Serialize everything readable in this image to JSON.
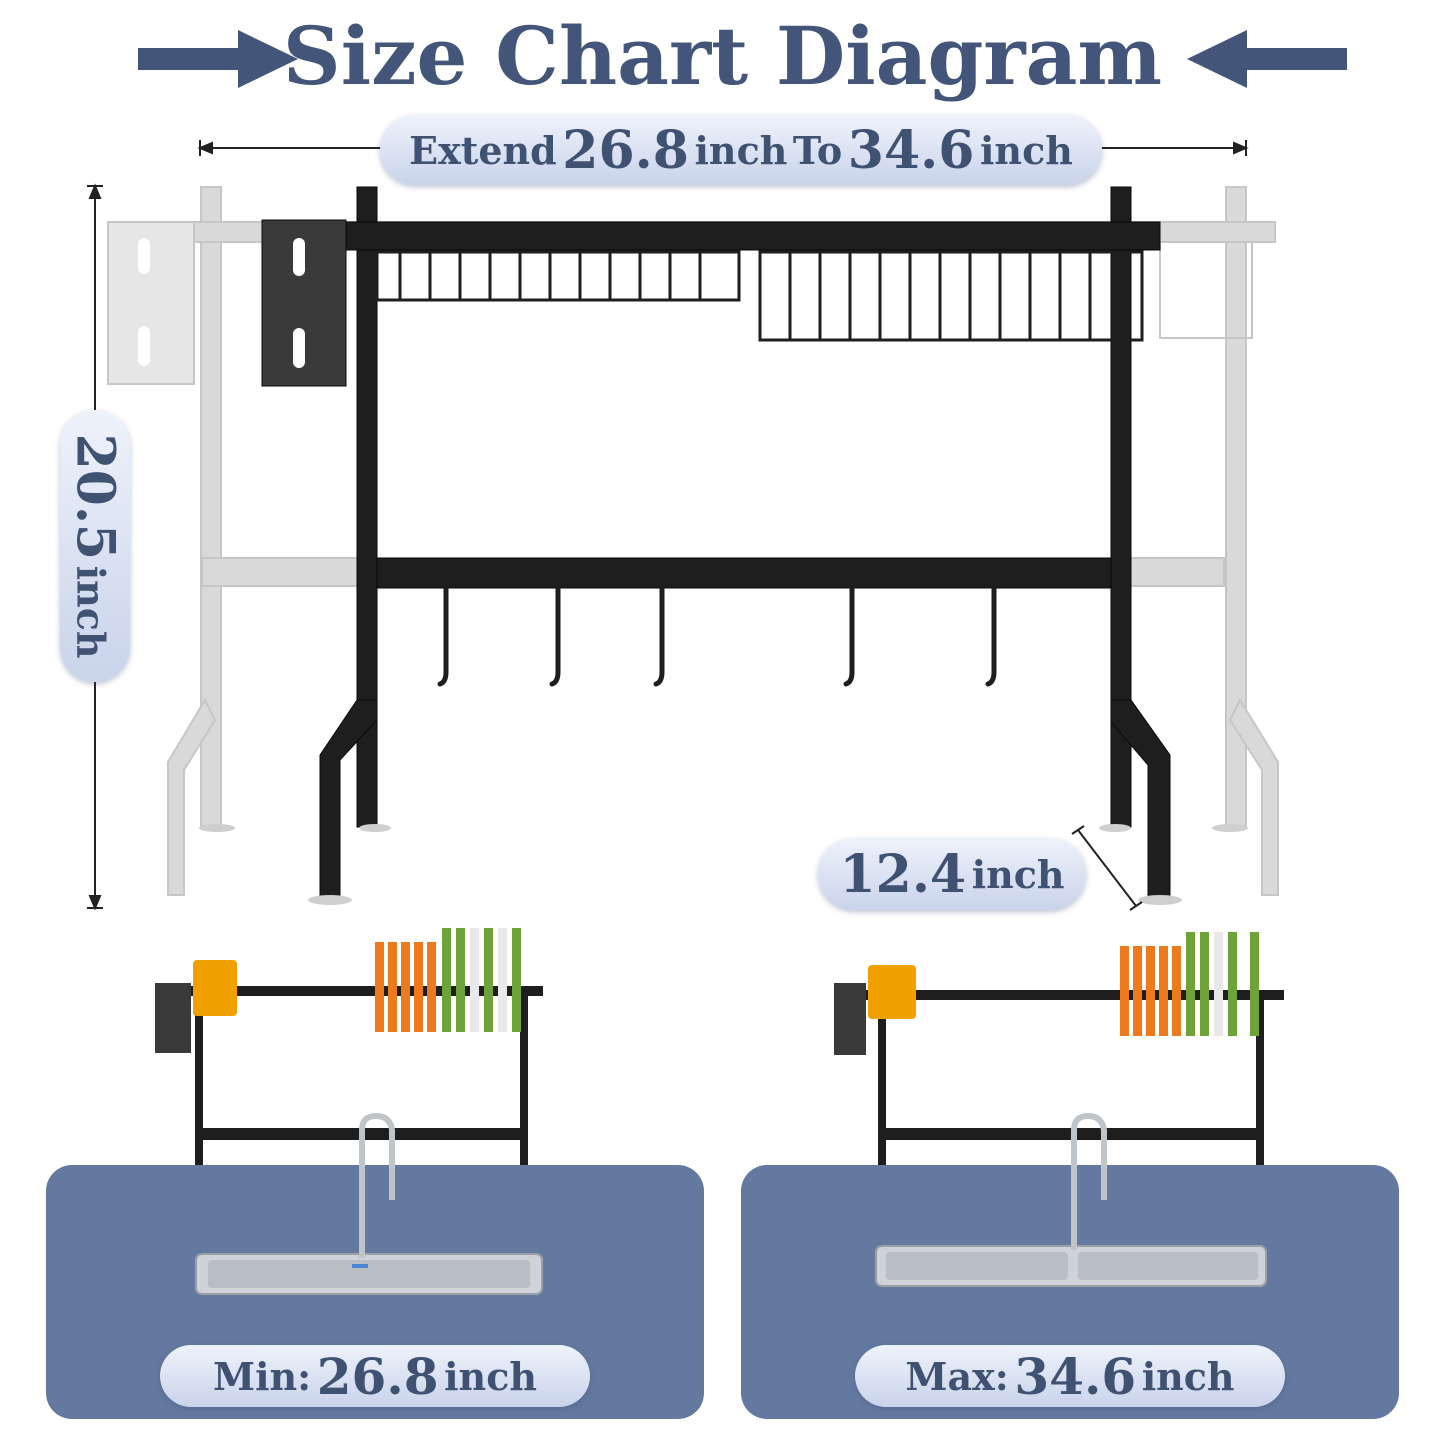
{
  "title": "Size Chart Diagram",
  "extend": {
    "prefix": "Extend",
    "min_value": "26.8",
    "unit1": "inch",
    "to": "To",
    "max_value": "34.6",
    "unit2": "inch"
  },
  "height": {
    "value": "20.5",
    "unit": "inch"
  },
  "depth": {
    "value": "12.4",
    "unit": "inch"
  },
  "min": {
    "label": "Min:",
    "value": "26.8",
    "unit": "inch"
  },
  "max": {
    "label": "Max:",
    "value": "34.6",
    "unit": "inch"
  },
  "colors": {
    "title": "#44557a",
    "panel": "#64799f",
    "pill_top": "#eef2fb",
    "pill_bottom": "#c9d3ea",
    "rack": "#1e1e1e",
    "ghost": "#d6d6d6"
  }
}
